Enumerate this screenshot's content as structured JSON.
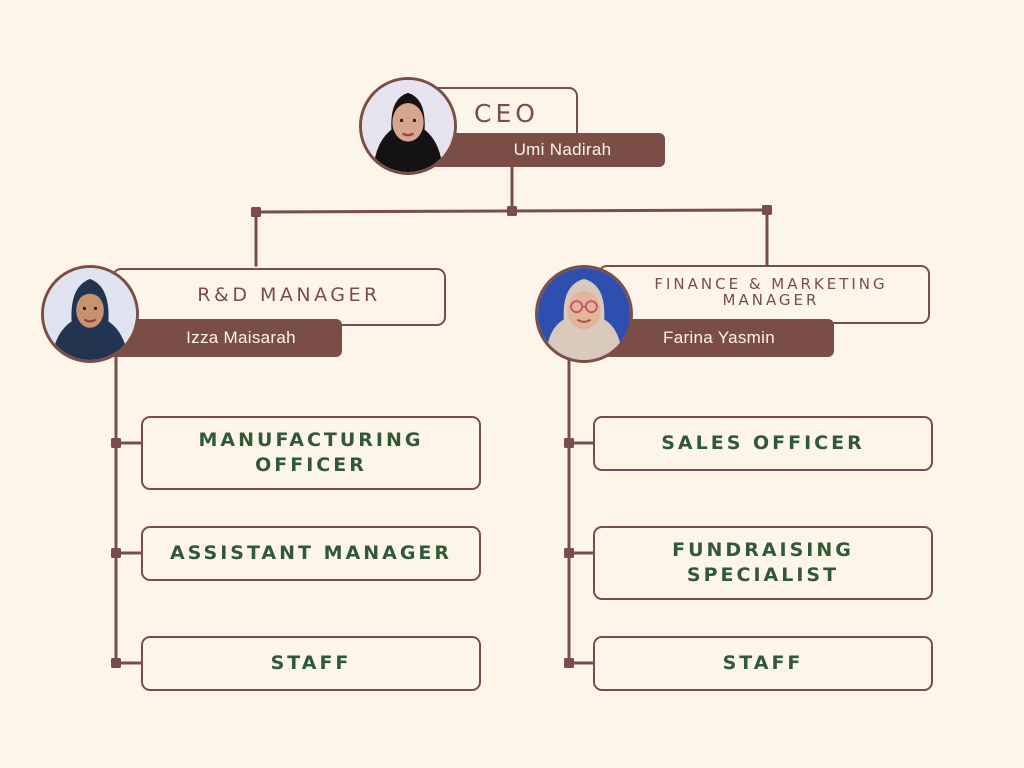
{
  "colors": {
    "background": "#fdf5e9",
    "line": "#7a4e47",
    "title_text": "#7a4e47",
    "tag_fill": "#7a4e47",
    "tag_text": "#fdf5e9",
    "role_text": "#2f5a33"
  },
  "ceo": {
    "title": "CEO",
    "name": "Umi Nadirah",
    "photo_icon": "person-photo-icon"
  },
  "rd": {
    "title": "R&D MANAGER",
    "name": "Izza Maisarah",
    "photo_icon": "person-photo-icon",
    "roles": [
      "MANUFACTURING OFFICER",
      "ASSISTANT MANAGER",
      "STAFF"
    ]
  },
  "finance": {
    "title": "FINANCE & MARKETING MANAGER",
    "name": "Farina Yasmin",
    "photo_icon": "person-photo-icon",
    "roles": [
      "SALES OFFICER",
      "FUNDRAISING SPECIALIST",
      "STAFF"
    ]
  }
}
